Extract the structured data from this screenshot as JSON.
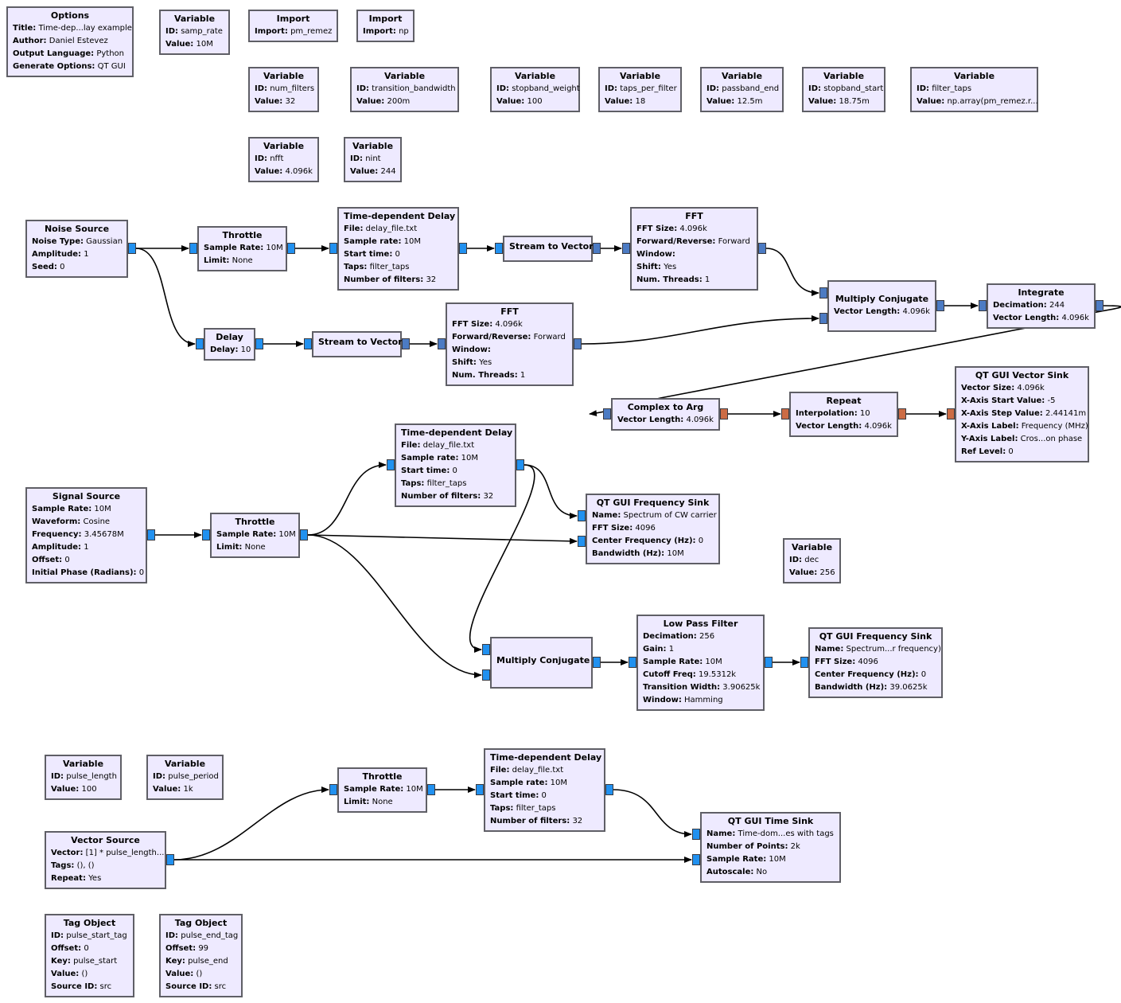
{
  "colors": {
    "block_bg": "#eeeaff",
    "block_border": "#5f5f66",
    "port_complex": "#2191f0",
    "port_vector": "#4c7bc3",
    "port_float": "#cc6c45",
    "wire": "#000000"
  },
  "blocks": {
    "options": {
      "title": "Options",
      "rows": [
        [
          "Title:",
          "Time-dep...lay example"
        ],
        [
          "Author:",
          "Daniel Estevez"
        ],
        [
          "Output Language:",
          "Python"
        ],
        [
          "Generate Options:",
          "QT GUI"
        ]
      ]
    },
    "var_samp_rate": {
      "title": "Variable",
      "rows": [
        [
          "ID:",
          "samp_rate"
        ],
        [
          "Value:",
          "10M"
        ]
      ]
    },
    "import_pm_remez": {
      "title": "Import",
      "rows": [
        [
          "Import:",
          "pm_remez"
        ]
      ]
    },
    "import_np": {
      "title": "Import",
      "rows": [
        [
          "Import:",
          "np"
        ]
      ]
    },
    "var_num_filters": {
      "title": "Variable",
      "rows": [
        [
          "ID:",
          "num_filters"
        ],
        [
          "Value:",
          "32"
        ]
      ]
    },
    "var_transition_bandwidth": {
      "title": "Variable",
      "rows": [
        [
          "ID:",
          "transition_bandwidth"
        ],
        [
          "Value:",
          "200m"
        ]
      ]
    },
    "var_stopband_weight": {
      "title": "Variable",
      "rows": [
        [
          "ID:",
          "stopband_weight"
        ],
        [
          "Value:",
          "100"
        ]
      ]
    },
    "var_taps_per_filter": {
      "title": "Variable",
      "rows": [
        [
          "ID:",
          "taps_per_filter"
        ],
        [
          "Value:",
          "18"
        ]
      ]
    },
    "var_passband_end": {
      "title": "Variable",
      "rows": [
        [
          "ID:",
          "passband_end"
        ],
        [
          "Value:",
          "12.5m"
        ]
      ]
    },
    "var_stopband_start": {
      "title": "Variable",
      "rows": [
        [
          "ID:",
          "stopband_start"
        ],
        [
          "Value:",
          "18.75m"
        ]
      ]
    },
    "var_filter_taps": {
      "title": "Variable",
      "rows": [
        [
          "ID:",
          "filter_taps"
        ],
        [
          "Value:",
          "np.array(pm_remez.r..."
        ]
      ]
    },
    "var_nfft": {
      "title": "Variable",
      "rows": [
        [
          "ID:",
          "nfft"
        ],
        [
          "Value:",
          "4.096k"
        ]
      ]
    },
    "var_nint": {
      "title": "Variable",
      "rows": [
        [
          "ID:",
          "nint"
        ],
        [
          "Value:",
          "244"
        ]
      ]
    },
    "noise_source": {
      "title": "Noise Source",
      "rows": [
        [
          "Noise Type:",
          "Gaussian"
        ],
        [
          "Amplitude:",
          "1"
        ],
        [
          "Seed:",
          "0"
        ]
      ]
    },
    "throttle_1": {
      "title": "Throttle",
      "rows": [
        [
          "Sample Rate:",
          "10M"
        ],
        [
          "Limit:",
          "None"
        ]
      ]
    },
    "tdd_1": {
      "title": "Time-dependent Delay",
      "rows": [
        [
          "File:",
          "delay_file.txt"
        ],
        [
          "Sample rate:",
          "10M"
        ],
        [
          "Start time:",
          "0"
        ],
        [
          "Taps:",
          "filter_taps"
        ],
        [
          "Number of filters:",
          "32"
        ]
      ]
    },
    "s2v_1": {
      "title": "Stream to Vector",
      "rows": []
    },
    "fft_1": {
      "title": "FFT",
      "rows": [
        [
          "FFT Size:",
          "4.096k"
        ],
        [
          "Forward/Reverse:",
          "Forward"
        ],
        [
          "Window:",
          ""
        ],
        [
          "Shift:",
          "Yes"
        ],
        [
          "Num. Threads:",
          "1"
        ]
      ]
    },
    "mult_conj_1": {
      "title": "Multiply Conjugate",
      "rows": [
        [
          "Vector Length:",
          "4.096k"
        ]
      ]
    },
    "integrate": {
      "title": "Integrate",
      "rows": [
        [
          "Decimation:",
          "244"
        ],
        [
          "Vector Length:",
          "4.096k"
        ]
      ]
    },
    "delay": {
      "title": "Delay",
      "rows": [
        [
          "Delay:",
          "10"
        ]
      ]
    },
    "s2v_2": {
      "title": "Stream to Vector",
      "rows": []
    },
    "fft_2": {
      "title": "FFT",
      "rows": [
        [
          "FFT Size:",
          "4.096k"
        ],
        [
          "Forward/Reverse:",
          "Forward"
        ],
        [
          "Window:",
          ""
        ],
        [
          "Shift:",
          "Yes"
        ],
        [
          "Num. Threads:",
          "1"
        ]
      ]
    },
    "complex_to_arg": {
      "title": "Complex to Arg",
      "rows": [
        [
          "Vector Length:",
          "4.096k"
        ]
      ]
    },
    "repeat": {
      "title": "Repeat",
      "rows": [
        [
          "Interpolation:",
          "10"
        ],
        [
          "Vector Length:",
          "4.096k"
        ]
      ]
    },
    "vector_sink": {
      "title": "QT GUI Vector Sink",
      "rows": [
        [
          "Vector Size:",
          "4.096k"
        ],
        [
          "X-Axis Start Value:",
          "-5"
        ],
        [
          "X-Axis Step Value:",
          "2.44141m"
        ],
        [
          "X-Axis Label:",
          "Frequency (MHz)"
        ],
        [
          "Y-Axis Label:",
          "Cros...on phase"
        ],
        [
          "Ref Level:",
          "0"
        ]
      ]
    },
    "signal_source": {
      "title": "Signal Source",
      "rows": [
        [
          "Sample Rate:",
          "10M"
        ],
        [
          "Waveform:",
          "Cosine"
        ],
        [
          "Frequency:",
          "3.45678M"
        ],
        [
          "Amplitude:",
          "1"
        ],
        [
          "Offset:",
          "0"
        ],
        [
          "Initial Phase (Radians):",
          "0"
        ]
      ]
    },
    "throttle_2": {
      "title": "Throttle",
      "rows": [
        [
          "Sample Rate:",
          "10M"
        ],
        [
          "Limit:",
          "None"
        ]
      ]
    },
    "tdd_2": {
      "title": "Time-dependent Delay",
      "rows": [
        [
          "File:",
          "delay_file.txt"
        ],
        [
          "Sample rate:",
          "10M"
        ],
        [
          "Start time:",
          "0"
        ],
        [
          "Taps:",
          "filter_taps"
        ],
        [
          "Number of filters:",
          "32"
        ]
      ]
    },
    "freq_sink_1": {
      "title": "QT GUI Frequency Sink",
      "rows": [
        [
          "Name:",
          "Spectrum of CW carrier"
        ],
        [
          "FFT Size:",
          "4096"
        ],
        [
          "Center Frequency (Hz):",
          "0"
        ],
        [
          "Bandwidth (Hz):",
          "10M"
        ]
      ]
    },
    "var_dec": {
      "title": "Variable",
      "rows": [
        [
          "ID:",
          "dec"
        ],
        [
          "Value:",
          "256"
        ]
      ]
    },
    "mult_conj_2": {
      "title": "Multiply Conjugate",
      "rows": []
    },
    "lpf": {
      "title": "Low Pass Filter",
      "rows": [
        [
          "Decimation:",
          "256"
        ],
        [
          "Gain:",
          "1"
        ],
        [
          "Sample Rate:",
          "10M"
        ],
        [
          "Cutoff Freq:",
          "19.5312k"
        ],
        [
          "Transition Width:",
          "3.90625k"
        ],
        [
          "Window:",
          "Hamming"
        ]
      ]
    },
    "freq_sink_2": {
      "title": "QT GUI Frequency Sink",
      "rows": [
        [
          "Name:",
          "Spectrum...r frequency)"
        ],
        [
          "FFT Size:",
          "4096"
        ],
        [
          "Center Frequency (Hz):",
          "0"
        ],
        [
          "Bandwidth (Hz):",
          "39.0625k"
        ]
      ]
    },
    "var_pulse_length": {
      "title": "Variable",
      "rows": [
        [
          "ID:",
          "pulse_length"
        ],
        [
          "Value:",
          "100"
        ]
      ]
    },
    "var_pulse_period": {
      "title": "Variable",
      "rows": [
        [
          "ID:",
          "pulse_period"
        ],
        [
          "Value:",
          "1k"
        ]
      ]
    },
    "throttle_3": {
      "title": "Throttle",
      "rows": [
        [
          "Sample Rate:",
          "10M"
        ],
        [
          "Limit:",
          "None"
        ]
      ]
    },
    "tdd_3": {
      "title": "Time-dependent Delay",
      "rows": [
        [
          "File:",
          "delay_file.txt"
        ],
        [
          "Sample rate:",
          "10M"
        ],
        [
          "Start time:",
          "0"
        ],
        [
          "Taps:",
          "filter_taps"
        ],
        [
          "Number of filters:",
          "32"
        ]
      ]
    },
    "vector_source": {
      "title": "Vector Source",
      "rows": [
        [
          "Vector:",
          "[1] * pulse_length..."
        ],
        [
          "Tags:",
          "(), ()"
        ],
        [
          "Repeat:",
          "Yes"
        ]
      ]
    },
    "time_sink": {
      "title": "QT GUI Time Sink",
      "rows": [
        [
          "Name:",
          "Time-dom...es with tags"
        ],
        [
          "Number of Points:",
          "2k"
        ],
        [
          "Sample Rate:",
          "10M"
        ],
        [
          "Autoscale:",
          "No"
        ]
      ]
    },
    "tag_start": {
      "title": "Tag Object",
      "rows": [
        [
          "ID:",
          "pulse_start_tag"
        ],
        [
          "Offset:",
          "0"
        ],
        [
          "Key:",
          "pulse_start"
        ],
        [
          "Value:",
          "()"
        ],
        [
          "Source ID:",
          "src"
        ]
      ]
    },
    "tag_end": {
      "title": "Tag Object",
      "rows": [
        [
          "ID:",
          "pulse_end_tag"
        ],
        [
          "Offset:",
          "99"
        ],
        [
          "Key:",
          "pulse_end"
        ],
        [
          "Value:",
          "()"
        ],
        [
          "Source ID:",
          "src"
        ]
      ]
    }
  }
}
